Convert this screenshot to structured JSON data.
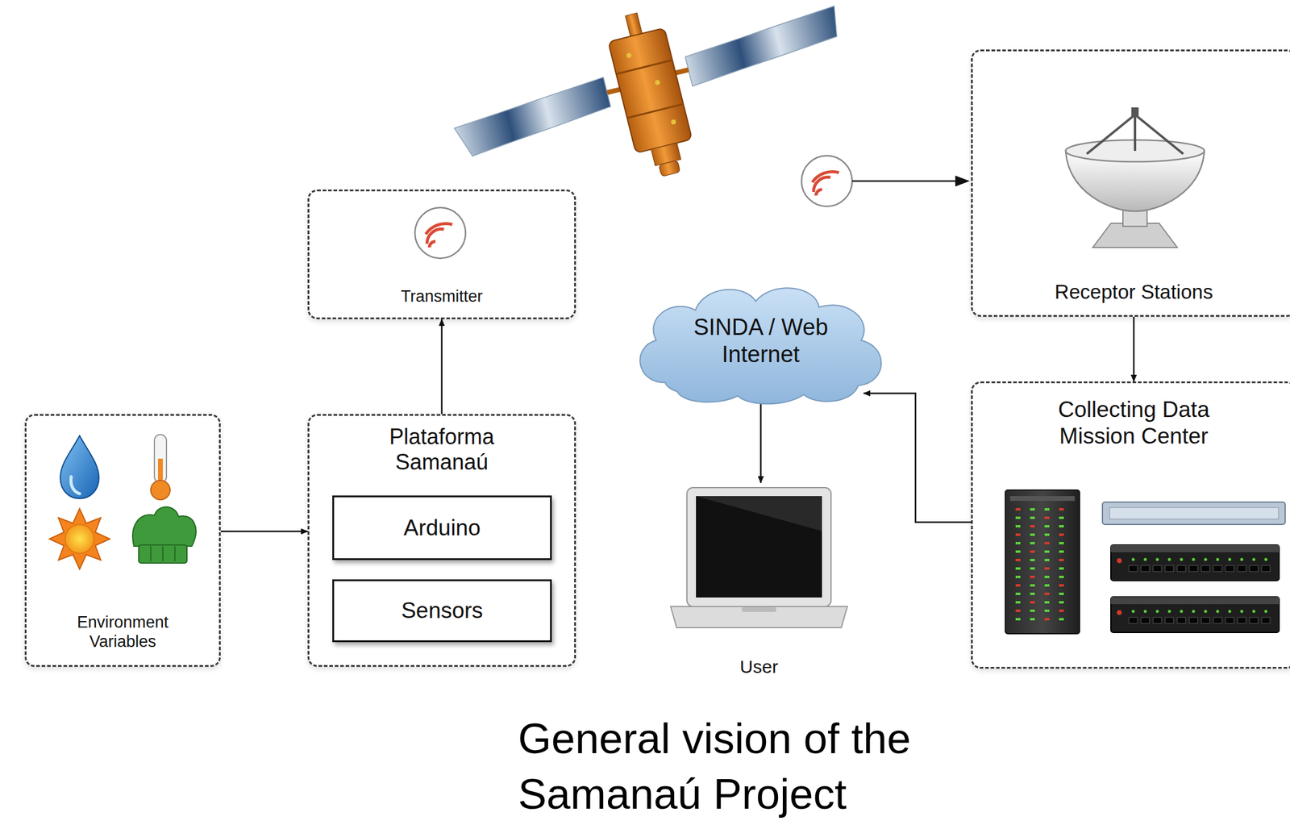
{
  "diagram": {
    "caption": "General vision of the Samanaú Project",
    "nodes": [
      {
        "text": [
          "Environment Variables"
        ]
      },
      {
        "text": [
          "Plataforma Samanaú"
        ]
      },
      {
        "text": [
          "Arduino"
        ],
        "in": 1
      },
      {
        "text": [
          "Sensors"
        ],
        "in": 1
      },
      {
        "text": [
          "Transmitter"
        ]
      },
      {
        "text": [
          "SINDA / Web Internet"
        ]
      },
      {
        "text": [
          "User"
        ]
      },
      {
        "text": [
          "Receptor Stations"
        ]
      },
      {
        "text": [
          "Collecting Data Mission Center"
        ]
      }
    ],
    "edges": [
      {
        "from": 0,
        "to": 1,
        "arrow": "to"
      },
      {
        "from": 1,
        "to": 4,
        "arrow": "to"
      },
      {
        "from": 7,
        "to": 8,
        "arrow": "to"
      },
      {
        "from": 8,
        "to": 5,
        "arrow": "to"
      },
      {
        "from": 5,
        "to": 6,
        "arrow": "to"
      }
    ]
  }
}
